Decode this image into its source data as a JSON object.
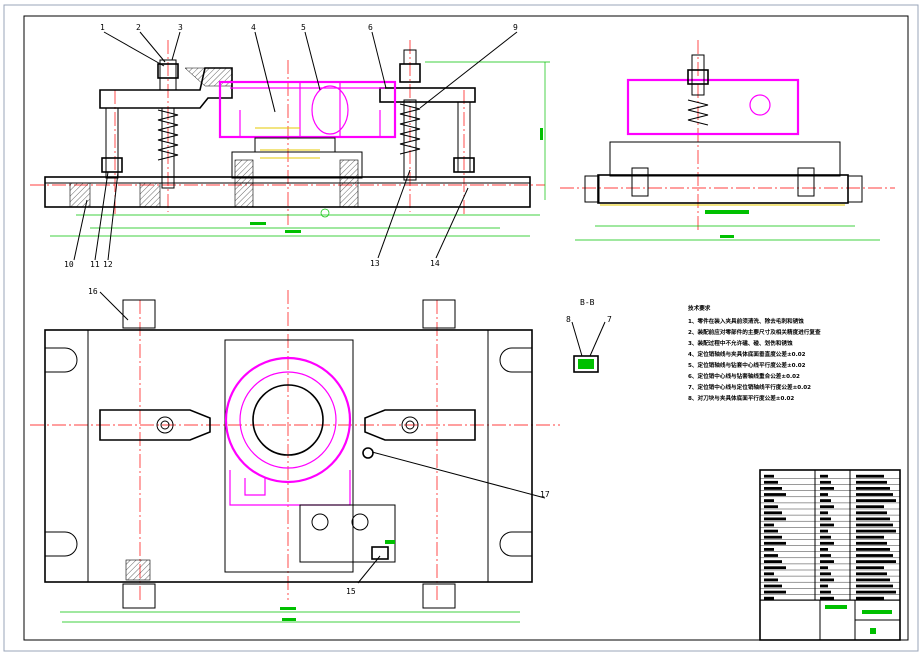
{
  "drawing": {
    "balloons": [
      "1",
      "2",
      "3",
      "4",
      "5",
      "6",
      "9",
      "10",
      "11",
      "12",
      "13",
      "14",
      "16",
      "17",
      "15",
      "8",
      "7"
    ],
    "section_label": "B-B",
    "notes": {
      "heading": "技术要求",
      "items": [
        "1、零件在装入夹具前须清洗、除去毛刺和锈蚀",
        "2、装配前应对零部件的主要尺寸及相关精度进行复查",
        "3、装配过程中不允许磕、碰、划伤和锈蚀",
        "4、定位销轴线与夹具体底面垂直度公差±0.02",
        "5、定位销轴线与钻套中心线平行度公差±0.02",
        "6、定位销中心线与钻套轴线重合公差±0.02",
        "7、定位销中心线与定位销轴线平行度公差±0.02",
        "8、对刀块与夹具体底面平行度公差±0.02"
      ]
    }
  }
}
